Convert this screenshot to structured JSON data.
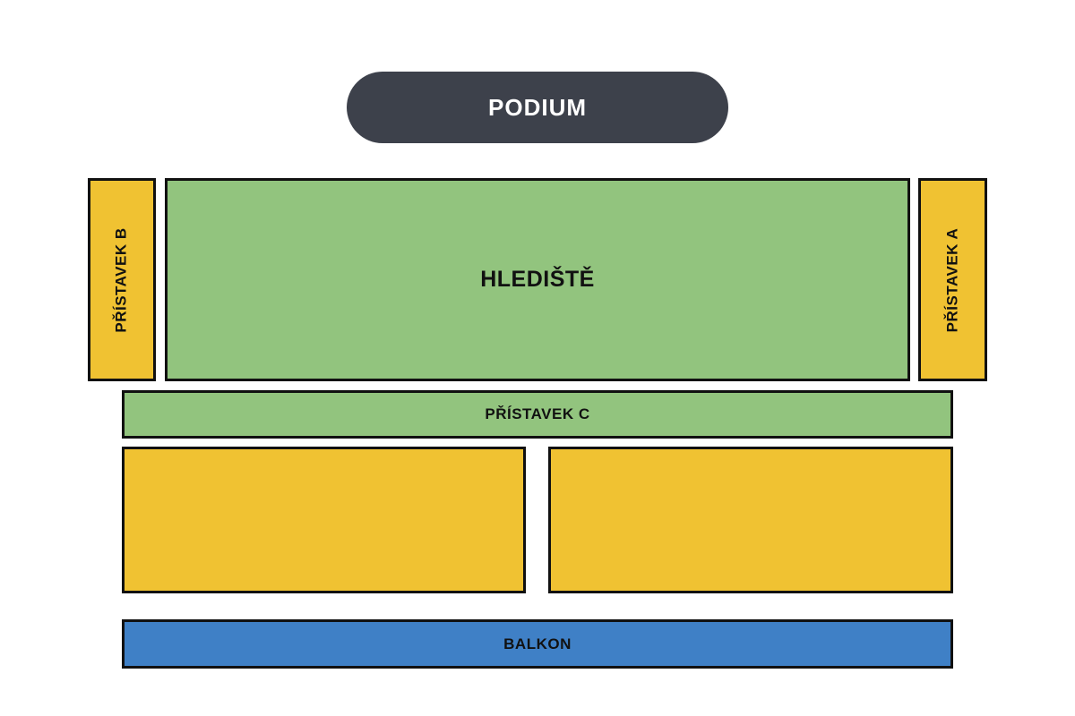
{
  "map": {
    "podium": {
      "label": "PODIUM"
    },
    "hlediste": {
      "label": "HLEDIŠTĚ"
    },
    "pristavek_b": {
      "label": "PŘÍSTAVEK B"
    },
    "pristavek_a": {
      "label": "PŘÍSTAVEK A"
    },
    "pristavek_c": {
      "label": "PŘÍSTAVEK C"
    },
    "balkon": {
      "label": "BALKON"
    }
  },
  "colors": {
    "podium": "#3d414b",
    "green": "#92c47e",
    "yellow": "#f0c232",
    "blue": "#3f80c6",
    "border": "#111111"
  }
}
